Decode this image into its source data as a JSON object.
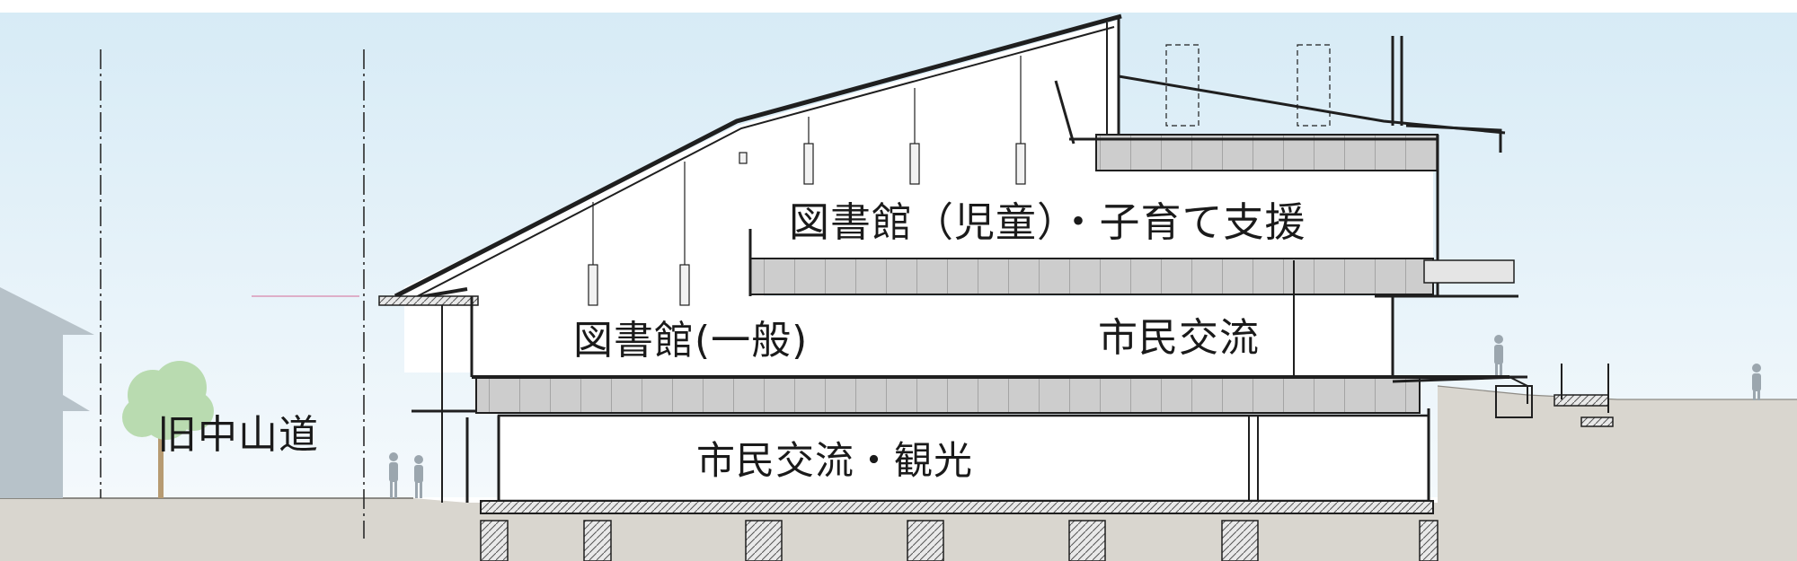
{
  "labels": {
    "library_children": "図書館（児童）・子育て支援",
    "library_general": "図書館(一般)",
    "citizen_exchange_upper": "市民交流",
    "citizen_exchange_tourism": "市民交流・観光",
    "old_nakasendo": "旧中山道"
  },
  "colors": {
    "sky_top": "#d7ebf6",
    "sky_bottom": "#f4f9fc",
    "ground": "#d9d6cf",
    "structure_band": "#c9c9c9",
    "line": "#1f1f1f",
    "tree": "#b9dbb0",
    "people": "#9ba6ae",
    "neighbor_house": "#b7c2c9"
  },
  "icons": [
    "tree-icon",
    "person-icon",
    "house-silhouette-icon"
  ]
}
